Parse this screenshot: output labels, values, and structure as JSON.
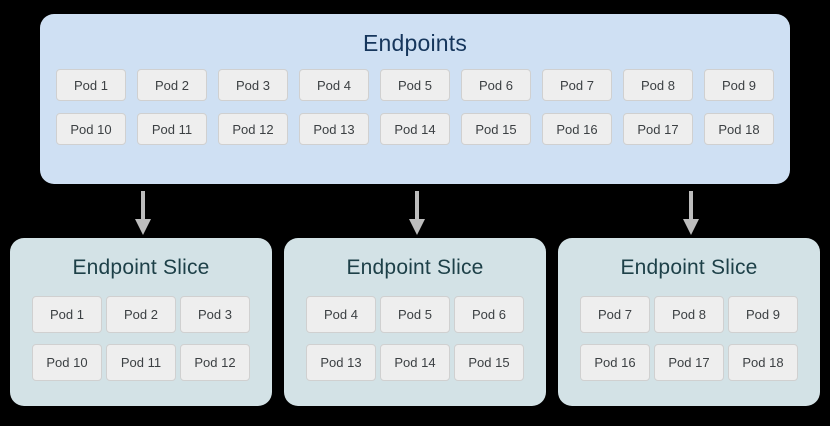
{
  "diagram": {
    "colors": {
      "background": "#000000",
      "endpoints_box_fill": "#cfe0f3",
      "endpoints_title_text": "#16365c",
      "slice_box_fill": "#d3e2e6",
      "slice_title_text": "#1d4048",
      "pod_fill": "#eeeeee",
      "pod_border": "#d0d0d0",
      "pod_text": "#3c4043",
      "arrow": "#bdbdbd"
    },
    "endpoints": {
      "title": "Endpoints",
      "pod_rows": [
        [
          "Pod 1",
          "Pod 2",
          "Pod 3",
          "Pod 4",
          "Pod 5",
          "Pod 6",
          "Pod 7",
          "Pod 8",
          "Pod 9"
        ],
        [
          "Pod 10",
          "Pod 11",
          "Pod 12",
          "Pod 13",
          "Pod 14",
          "Pod 15",
          "Pod 16",
          "Pod 17",
          "Pod 18"
        ]
      ]
    },
    "arrows": [
      {
        "name": "arrow-to-slice-1"
      },
      {
        "name": "arrow-to-slice-2"
      },
      {
        "name": "arrow-to-slice-3"
      }
    ],
    "slices": [
      {
        "title": "Endpoint Slice",
        "pod_rows": [
          [
            "Pod 1",
            "Pod 2",
            "Pod 3"
          ],
          [
            "Pod 10",
            "Pod 11",
            "Pod 12"
          ]
        ]
      },
      {
        "title": "Endpoint Slice",
        "pod_rows": [
          [
            "Pod 4",
            "Pod 5",
            "Pod 6"
          ],
          [
            "Pod 13",
            "Pod 14",
            "Pod 15"
          ]
        ]
      },
      {
        "title": "Endpoint Slice",
        "pod_rows": [
          [
            "Pod 7",
            "Pod 8",
            "Pod 9"
          ],
          [
            "Pod 16",
            "Pod 17",
            "Pod 18"
          ]
        ]
      }
    ]
  }
}
